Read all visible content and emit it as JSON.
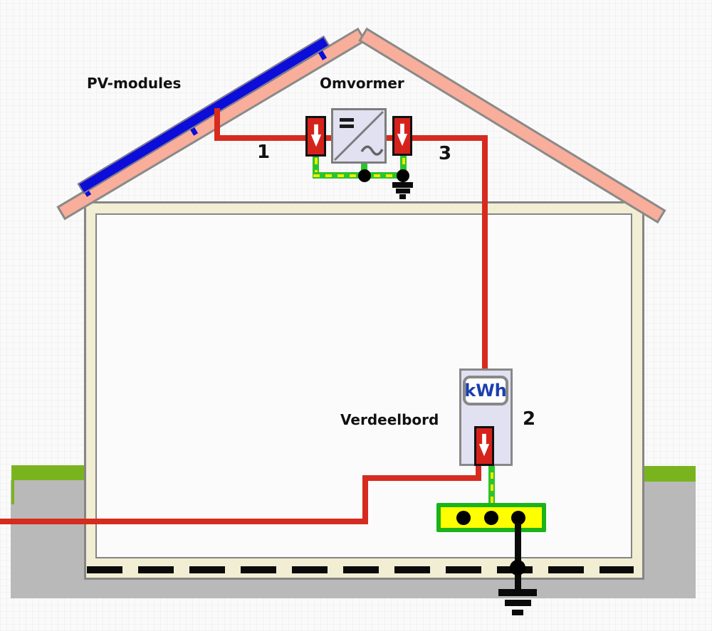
{
  "diagram": {
    "type": "schematic",
    "subject": "residential photovoltaic installation wiring (Dutch labels)",
    "labels": {
      "pv_modules": "PV-modules",
      "inverter": "Omvormer",
      "distribution_board": "Verdeelbord",
      "meter": "kWh",
      "wire_1": "1",
      "wire_2": "2",
      "wire_3": "3"
    },
    "components": [
      {
        "name": "pv-panel",
        "label": "PV-modules",
        "location": "left roof slope"
      },
      {
        "name": "inverter",
        "label": "Omvormer",
        "location": "attic, between two DC disconnect switches"
      },
      {
        "name": "dc-disconnect-left",
        "label": "1",
        "symbol": "red box, white down arrow"
      },
      {
        "name": "dc-disconnect-right",
        "label": "3",
        "symbol": "red box, white down arrow"
      },
      {
        "name": "kwh-meter-cabinet",
        "label": "Verdeelbord / 2",
        "symbol": "kWh meter with red down-arrow breaker"
      },
      {
        "name": "earth-busbar",
        "symbol": "yellow bar, green border, three terminals"
      },
      {
        "name": "earth-electrode-top",
        "symbol": "earth ground symbol at inverter"
      },
      {
        "name": "earth-electrode-bottom",
        "symbol": "earth ground symbol below foundation"
      },
      {
        "name": "foundation-earth-loop",
        "symbol": "black dashed line in floor slab"
      },
      {
        "name": "grid-supply-wire",
        "symbol": "red wire entering underground from left"
      }
    ],
    "colors": {
      "wire_red": "#d62b1f",
      "earth_green": "#2cc42c",
      "earth_yellow": "#f2ea00",
      "roof_salmon": "#f8ae9a",
      "panel_blue": "#0d0dd9",
      "wall_beige": "#f2eed4",
      "ground_grey": "#b9b9b9",
      "grass_green": "#79b41f",
      "busbar_yellow": "#ffff00",
      "busbar_green": "#1ab41a",
      "component_lavender": "#e1e1f2",
      "kwh_text_blue": "#1b3fae"
    }
  }
}
